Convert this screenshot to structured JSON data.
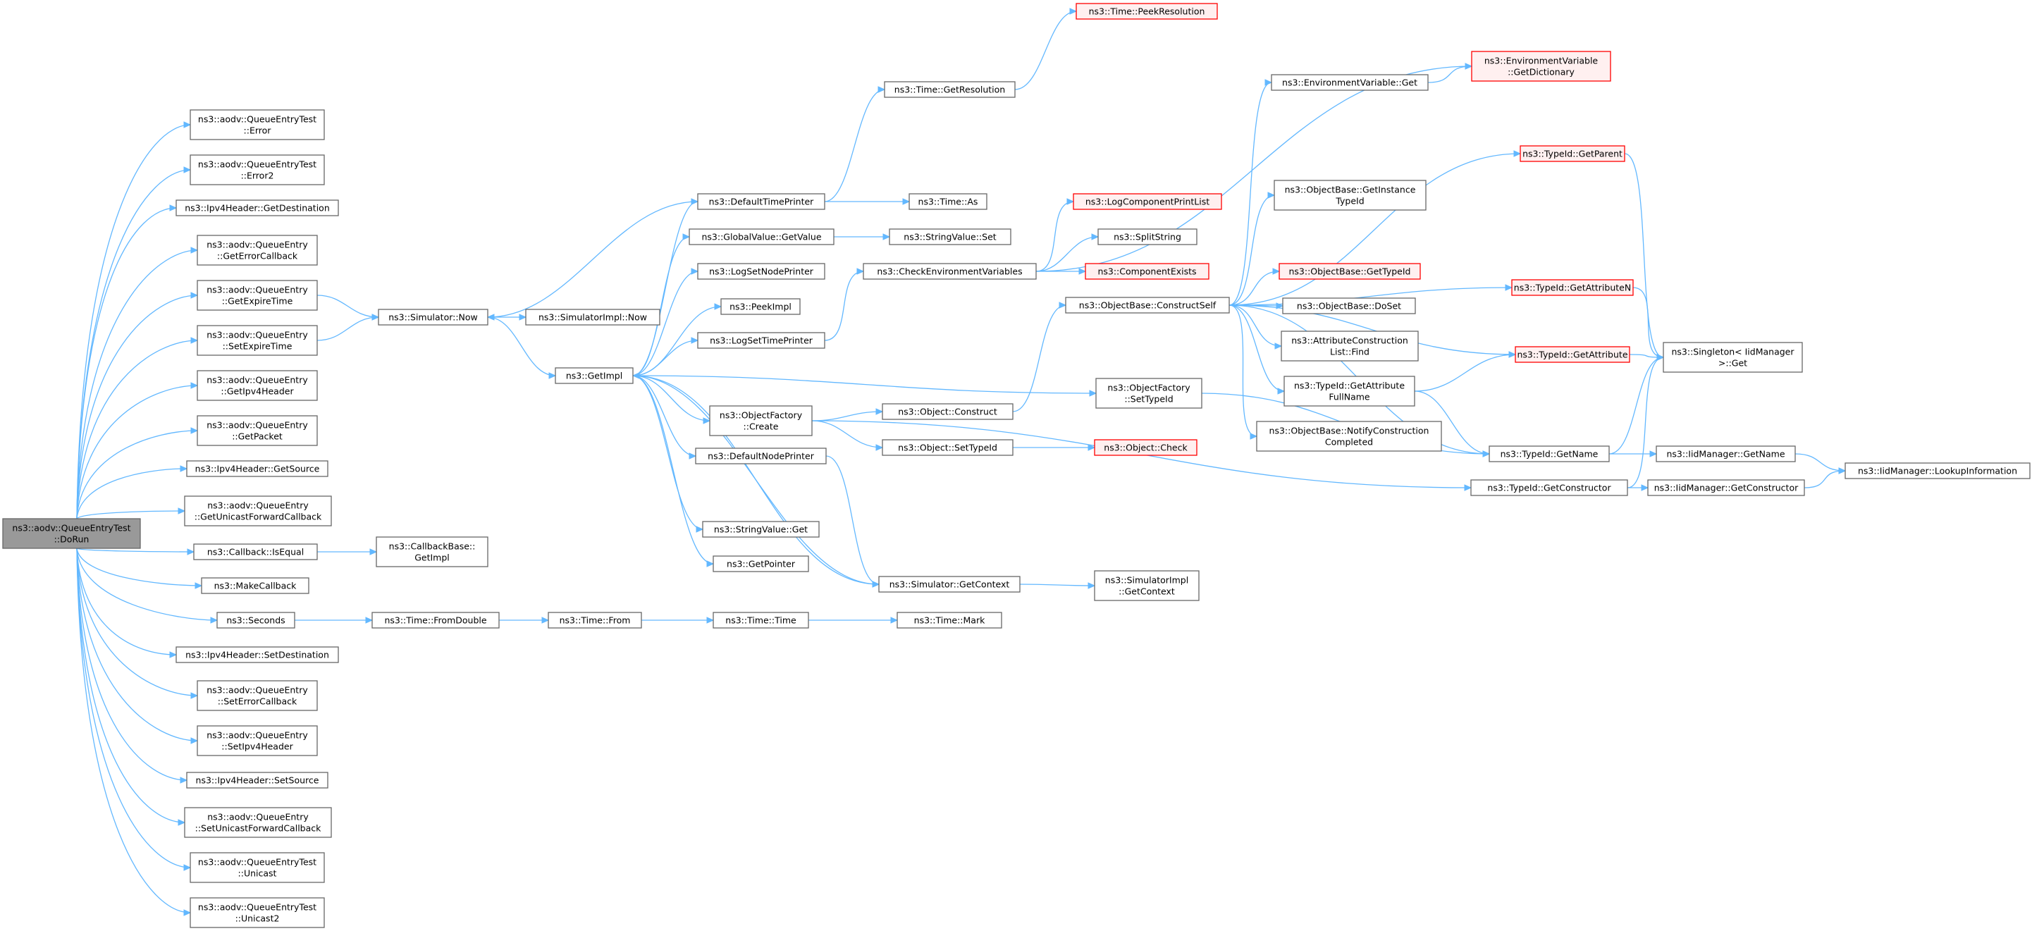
{
  "colors": {
    "edge": "#63b8ff",
    "node_border": "#666666",
    "node_border_red": "#ff0000",
    "node_fill_red": "#fff0f0",
    "root_fill": "#999999"
  },
  "nodes": [
    {
      "id": "root",
      "lines": [
        "ns3::aodv::QueueEntryTest",
        "::DoRun"
      ],
      "style": "root"
    },
    {
      "id": "qet_error",
      "lines": [
        "ns3::aodv::QueueEntryTest",
        "::Error"
      ],
      "style": "normal"
    },
    {
      "id": "qet_error2",
      "lines": [
        "ns3::aodv::QueueEntryTest",
        "::Error2"
      ],
      "style": "normal"
    },
    {
      "id": "ipv4_getdest",
      "lines": [
        "ns3::Ipv4Header::GetDestination"
      ],
      "style": "normal"
    },
    {
      "id": "qe_geterrcb",
      "lines": [
        "ns3::aodv::QueueEntry",
        "::GetErrorCallback"
      ],
      "style": "normal"
    },
    {
      "id": "qe_getexpire",
      "lines": [
        "ns3::aodv::QueueEntry",
        "::GetExpireTime"
      ],
      "style": "normal"
    },
    {
      "id": "qe_setexpire",
      "lines": [
        "ns3::aodv::QueueEntry",
        "::SetExpireTime"
      ],
      "style": "normal"
    },
    {
      "id": "qe_getipv4",
      "lines": [
        "ns3::aodv::QueueEntry",
        "::GetIpv4Header"
      ],
      "style": "normal"
    },
    {
      "id": "qe_getpacket",
      "lines": [
        "ns3::aodv::QueueEntry",
        "::GetPacket"
      ],
      "style": "normal"
    },
    {
      "id": "ipv4_getsrc",
      "lines": [
        "ns3::Ipv4Header::GetSource"
      ],
      "style": "normal"
    },
    {
      "id": "qe_getucb",
      "lines": [
        "ns3::aodv::QueueEntry",
        "::GetUnicastForwardCallback"
      ],
      "style": "normal"
    },
    {
      "id": "cb_isequal",
      "lines": [
        "ns3::Callback::IsEqual"
      ],
      "style": "normal"
    },
    {
      "id": "makecb",
      "lines": [
        "ns3::MakeCallback"
      ],
      "style": "normal"
    },
    {
      "id": "seconds",
      "lines": [
        "ns3::Seconds"
      ],
      "style": "normal"
    },
    {
      "id": "ipv4_setdest",
      "lines": [
        "ns3::Ipv4Header::SetDestination"
      ],
      "style": "normal"
    },
    {
      "id": "qe_seterrcb",
      "lines": [
        "ns3::aodv::QueueEntry",
        "::SetErrorCallback"
      ],
      "style": "normal"
    },
    {
      "id": "qe_setipv4",
      "lines": [
        "ns3::aodv::QueueEntry",
        "::SetIpv4Header"
      ],
      "style": "normal"
    },
    {
      "id": "ipv4_setsrc",
      "lines": [
        "ns3::Ipv4Header::SetSource"
      ],
      "style": "normal"
    },
    {
      "id": "qe_setucb",
      "lines": [
        "ns3::aodv::QueueEntry",
        "::SetUnicastForwardCallback"
      ],
      "style": "normal"
    },
    {
      "id": "qet_unicast",
      "lines": [
        "ns3::aodv::QueueEntryTest",
        "::Unicast"
      ],
      "style": "normal"
    },
    {
      "id": "qet_unicast2",
      "lines": [
        "ns3::aodv::QueueEntryTest",
        "::Unicast2"
      ],
      "style": "normal"
    },
    {
      "id": "sim_now",
      "lines": [
        "ns3::Simulator::Now"
      ],
      "style": "normal"
    },
    {
      "id": "simimpl_now",
      "lines": [
        "ns3::SimulatorImpl::Now"
      ],
      "style": "normal"
    },
    {
      "id": "cbbase_getimpl",
      "lines": [
        "ns3::CallbackBase::",
        "GetImpl"
      ],
      "style": "normal"
    },
    {
      "id": "time_fromdouble",
      "lines": [
        "ns3::Time::FromDouble"
      ],
      "style": "normal"
    },
    {
      "id": "getimpl",
      "lines": [
        "ns3::GetImpl"
      ],
      "style": "normal"
    },
    {
      "id": "time_from",
      "lines": [
        "ns3::Time::From"
      ],
      "style": "normal"
    },
    {
      "id": "defaulttimeprinter",
      "lines": [
        "ns3::DefaultTimePrinter"
      ],
      "style": "normal"
    },
    {
      "id": "gv_getvalue",
      "lines": [
        "ns3::GlobalValue::GetValue"
      ],
      "style": "normal"
    },
    {
      "id": "logsetnodeprinter",
      "lines": [
        "ns3::LogSetNodePrinter"
      ],
      "style": "normal"
    },
    {
      "id": "peekimpl",
      "lines": [
        "ns3::PeekImpl"
      ],
      "style": "normal"
    },
    {
      "id": "logsettimeprinter",
      "lines": [
        "ns3::LogSetTimePrinter"
      ],
      "style": "normal"
    },
    {
      "id": "of_create",
      "lines": [
        "ns3::ObjectFactory",
        "::Create"
      ],
      "style": "normal"
    },
    {
      "id": "defaultnodeprinter",
      "lines": [
        "ns3::DefaultNodePrinter"
      ],
      "style": "normal"
    },
    {
      "id": "stringvalue_get",
      "lines": [
        "ns3::StringValue::Get"
      ],
      "style": "normal"
    },
    {
      "id": "getpointer",
      "lines": [
        "ns3::GetPointer"
      ],
      "style": "normal"
    },
    {
      "id": "time_time",
      "lines": [
        "ns3::Time::Time"
      ],
      "style": "normal"
    },
    {
      "id": "time_getres",
      "lines": [
        "ns3::Time::GetResolution"
      ],
      "style": "normal"
    },
    {
      "id": "time_as",
      "lines": [
        "ns3::Time::As"
      ],
      "style": "normal"
    },
    {
      "id": "stringvalue_set",
      "lines": [
        "ns3::StringValue::Set"
      ],
      "style": "normal"
    },
    {
      "id": "checkenv",
      "lines": [
        "ns3::CheckEnvironmentVariables"
      ],
      "style": "normal"
    },
    {
      "id": "obj_construct",
      "lines": [
        "ns3::Object::Construct"
      ],
      "style": "normal"
    },
    {
      "id": "obj_settypeid",
      "lines": [
        "ns3::Object::SetTypeId"
      ],
      "style": "normal"
    },
    {
      "id": "sim_getcontext",
      "lines": [
        "ns3::Simulator::GetContext"
      ],
      "style": "normal"
    },
    {
      "id": "time_mark",
      "lines": [
        "ns3::Time::Mark"
      ],
      "style": "normal"
    },
    {
      "id": "time_peekres",
      "lines": [
        "ns3::Time::PeekResolution"
      ],
      "style": "red"
    },
    {
      "id": "logcompprintlist",
      "lines": [
        "ns3::LogComponentPrintList"
      ],
      "style": "red"
    },
    {
      "id": "splitstring",
      "lines": [
        "ns3::SplitString"
      ],
      "style": "normal"
    },
    {
      "id": "componentexists",
      "lines": [
        "ns3::ComponentExists"
      ],
      "style": "red"
    },
    {
      "id": "ob_constructself",
      "lines": [
        "ns3::ObjectBase::ConstructSelf"
      ],
      "style": "normal"
    },
    {
      "id": "of_settypeid",
      "lines": [
        "ns3::ObjectFactory",
        "::SetTypeId"
      ],
      "style": "normal"
    },
    {
      "id": "obj_check",
      "lines": [
        "ns3::Object::Check"
      ],
      "style": "red"
    },
    {
      "id": "simimpl_getcontext",
      "lines": [
        "ns3::SimulatorImpl",
        "::GetContext"
      ],
      "style": "normal"
    },
    {
      "id": "envvar_get",
      "lines": [
        "ns3::EnvironmentVariable::Get"
      ],
      "style": "normal"
    },
    {
      "id": "envvar_getdict",
      "lines": [
        "ns3::EnvironmentVariable",
        "::GetDictionary"
      ],
      "style": "red"
    },
    {
      "id": "ob_getinstancetypeid",
      "lines": [
        "ns3::ObjectBase::GetInstance",
        "TypeId"
      ],
      "style": "normal"
    },
    {
      "id": "ob_gettypeid",
      "lines": [
        "ns3::ObjectBase::GetTypeId"
      ],
      "style": "red"
    },
    {
      "id": "ob_doset",
      "lines": [
        "ns3::ObjectBase::DoSet"
      ],
      "style": "normal"
    },
    {
      "id": "acl_find",
      "lines": [
        "ns3::AttributeConstruction",
        "List::Find"
      ],
      "style": "normal"
    },
    {
      "id": "tid_getattrfullname",
      "lines": [
        "ns3::TypeId::GetAttribute",
        "FullName"
      ],
      "style": "normal"
    },
    {
      "id": "ob_notifyconstruction",
      "lines": [
        "ns3::ObjectBase::NotifyConstruction",
        "Completed"
      ],
      "style": "normal"
    },
    {
      "id": "tid_getparent",
      "lines": [
        "ns3::TypeId::GetParent"
      ],
      "style": "red"
    },
    {
      "id": "tid_getattrn",
      "lines": [
        "ns3::TypeId::GetAttributeN"
      ],
      "style": "red"
    },
    {
      "id": "tid_getattr",
      "lines": [
        "ns3::TypeId::GetAttribute"
      ],
      "style": "red"
    },
    {
      "id": "tid_getname",
      "lines": [
        "ns3::TypeId::GetName"
      ],
      "style": "normal"
    },
    {
      "id": "tid_getconstructor",
      "lines": [
        "ns3::TypeId::GetConstructor"
      ],
      "style": "normal"
    },
    {
      "id": "singleton_get",
      "lines": [
        "ns3::Singleton< IidManager",
        " >::Get"
      ],
      "style": "normal"
    },
    {
      "id": "iid_getname",
      "lines": [
        "ns3::IidManager::GetName"
      ],
      "style": "normal"
    },
    {
      "id": "iid_getconstructor",
      "lines": [
        "ns3::IidManager::GetConstructor"
      ],
      "style": "normal"
    },
    {
      "id": "iid_lookup",
      "lines": [
        "ns3::IidManager::LookupInformation"
      ],
      "style": "normal"
    }
  ],
  "edges": [
    [
      "root",
      "qet_error"
    ],
    [
      "root",
      "qet_error2"
    ],
    [
      "root",
      "ipv4_getdest"
    ],
    [
      "root",
      "qe_geterrcb"
    ],
    [
      "root",
      "qe_getexpire"
    ],
    [
      "root",
      "qe_setexpire"
    ],
    [
      "root",
      "qe_getipv4"
    ],
    [
      "root",
      "qe_getpacket"
    ],
    [
      "root",
      "ipv4_getsrc"
    ],
    [
      "root",
      "qe_getucb"
    ],
    [
      "root",
      "cb_isequal"
    ],
    [
      "root",
      "makecb"
    ],
    [
      "root",
      "seconds"
    ],
    [
      "root",
      "ipv4_setdest"
    ],
    [
      "root",
      "qe_seterrcb"
    ],
    [
      "root",
      "qe_setipv4"
    ],
    [
      "root",
      "ipv4_setsrc"
    ],
    [
      "root",
      "qe_setucb"
    ],
    [
      "root",
      "qet_unicast"
    ],
    [
      "root",
      "qet_unicast2"
    ],
    [
      "qe_getexpire",
      "sim_now"
    ],
    [
      "qe_setexpire",
      "sim_now"
    ],
    [
      "cb_isequal",
      "cbbase_getimpl"
    ],
    [
      "seconds",
      "time_fromdouble"
    ],
    [
      "time_fromdouble",
      "time_from"
    ],
    [
      "time_from",
      "time_time"
    ],
    [
      "time_time",
      "time_mark"
    ],
    [
      "sim_now",
      "simimpl_now"
    ],
    [
      "sim_now",
      "getimpl"
    ],
    [
      "defaulttimeprinter",
      "sim_now"
    ],
    [
      "getimpl",
      "defaulttimeprinter"
    ],
    [
      "getimpl",
      "gv_getvalue"
    ],
    [
      "getimpl",
      "logsetnodeprinter"
    ],
    [
      "getimpl",
      "peekimpl"
    ],
    [
      "getimpl",
      "logsettimeprinter"
    ],
    [
      "getimpl",
      "of_create"
    ],
    [
      "getimpl",
      "defaultnodeprinter"
    ],
    [
      "getimpl",
      "stringvalue_get"
    ],
    [
      "getimpl",
      "getpointer"
    ],
    [
      "getimpl",
      "of_settypeid"
    ],
    [
      "getimpl",
      "sim_getcontext"
    ],
    [
      "sim_getcontext",
      "getimpl"
    ],
    [
      "defaulttimeprinter",
      "time_getres"
    ],
    [
      "defaulttimeprinter",
      "time_as"
    ],
    [
      "time_getres",
      "time_peekres"
    ],
    [
      "gv_getvalue",
      "stringvalue_set"
    ],
    [
      "logsettimeprinter",
      "checkenv"
    ],
    [
      "checkenv",
      "envvar_getdict"
    ],
    [
      "checkenv",
      "logcompprintlist"
    ],
    [
      "checkenv",
      "splitstring"
    ],
    [
      "checkenv",
      "componentexists"
    ],
    [
      "of_create",
      "obj_construct"
    ],
    [
      "of_create",
      "obj_settypeid"
    ],
    [
      "of_create",
      "tid_getconstructor"
    ],
    [
      "obj_construct",
      "ob_constructself"
    ],
    [
      "obj_settypeid",
      "obj_check"
    ],
    [
      "defaultnodeprinter",
      "sim_getcontext"
    ],
    [
      "sim_getcontext",
      "simimpl_getcontext"
    ],
    [
      "of_settypeid",
      "tid_getname"
    ],
    [
      "ob_constructself",
      "envvar_get"
    ],
    [
      "ob_constructself",
      "tid_getparent"
    ],
    [
      "ob_constructself",
      "ob_getinstancetypeid"
    ],
    [
      "ob_constructself",
      "tid_getattrn"
    ],
    [
      "ob_constructself",
      "ob_gettypeid"
    ],
    [
      "ob_constructself",
      "ob_doset"
    ],
    [
      "ob_constructself",
      "acl_find"
    ],
    [
      "ob_constructself",
      "tid_getattrfullname"
    ],
    [
      "ob_constructself",
      "ob_notifyconstruction"
    ],
    [
      "ob_constructself",
      "tid_getattr"
    ],
    [
      "ob_constructself",
      "tid_getname"
    ],
    [
      "envvar_get",
      "envvar_getdict"
    ],
    [
      "tid_getattrfullname",
      "tid_getattr"
    ],
    [
      "tid_getattrfullname",
      "tid_getname"
    ],
    [
      "tid_getparent",
      "singleton_get"
    ],
    [
      "tid_getattrn",
      "singleton_get"
    ],
    [
      "tid_getattr",
      "singleton_get"
    ],
    [
      "tid_getname",
      "singleton_get"
    ],
    [
      "tid_getname",
      "iid_getname"
    ],
    [
      "tid_getconstructor",
      "singleton_get"
    ],
    [
      "tid_getconstructor",
      "iid_getconstructor"
    ],
    [
      "iid_getname",
      "iid_lookup"
    ],
    [
      "iid_getconstructor",
      "iid_lookup"
    ]
  ]
}
